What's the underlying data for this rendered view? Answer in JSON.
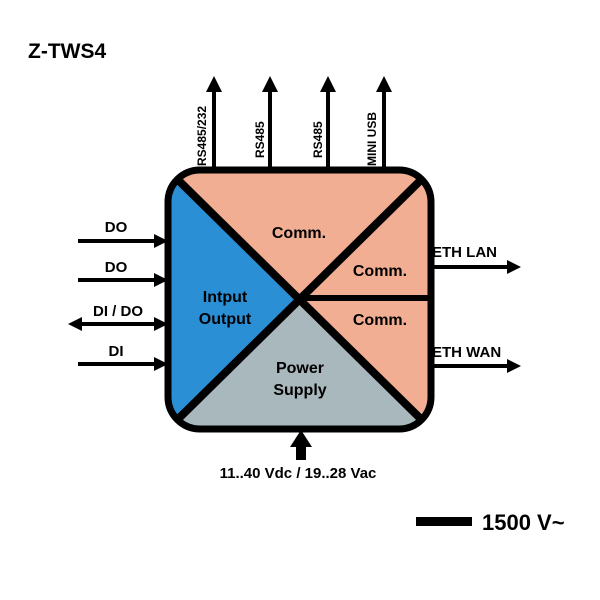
{
  "title": "Z-TWS4",
  "top_ports": [
    "RS485/232",
    "RS485",
    "RS485",
    "MINI USB"
  ],
  "left_ports": {
    "do_1": "DO",
    "do_2": "DO",
    "di_do": "DI / DO",
    "di": "DI"
  },
  "right_ports": {
    "eth_lan": "ETH LAN",
    "eth_wan": "ETH WAN"
  },
  "blocks": {
    "io_line1": "Intput",
    "io_line2": "Output",
    "comm_top": "Comm.",
    "comm_right_upper": "Comm.",
    "comm_right_lower": "Comm.",
    "power_line1": "Power",
    "power_line2": "Supply"
  },
  "supply_label": "11..40 Vdc / 19..28 Vac",
  "isolation_label": "1500 V~",
  "colors": {
    "io": "#2b8fd5",
    "comm": "#f2ae93",
    "power": "#a9b8bd",
    "line": "#000000"
  }
}
